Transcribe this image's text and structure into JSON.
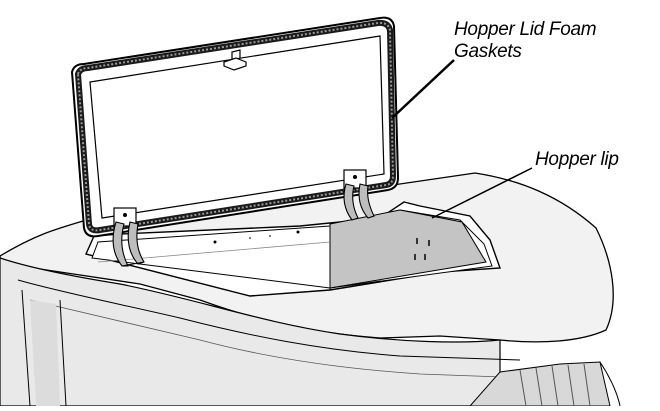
{
  "labels": {
    "gaskets_line1": "Hopper Lid Foam",
    "gaskets_line2": "Gaskets",
    "hopper_lip": "Hopper lip"
  },
  "colors": {
    "line": "#000000",
    "stove_body": "#f2f2f2",
    "hopper_interior": "#c4c4c4",
    "background": "#ffffff"
  }
}
